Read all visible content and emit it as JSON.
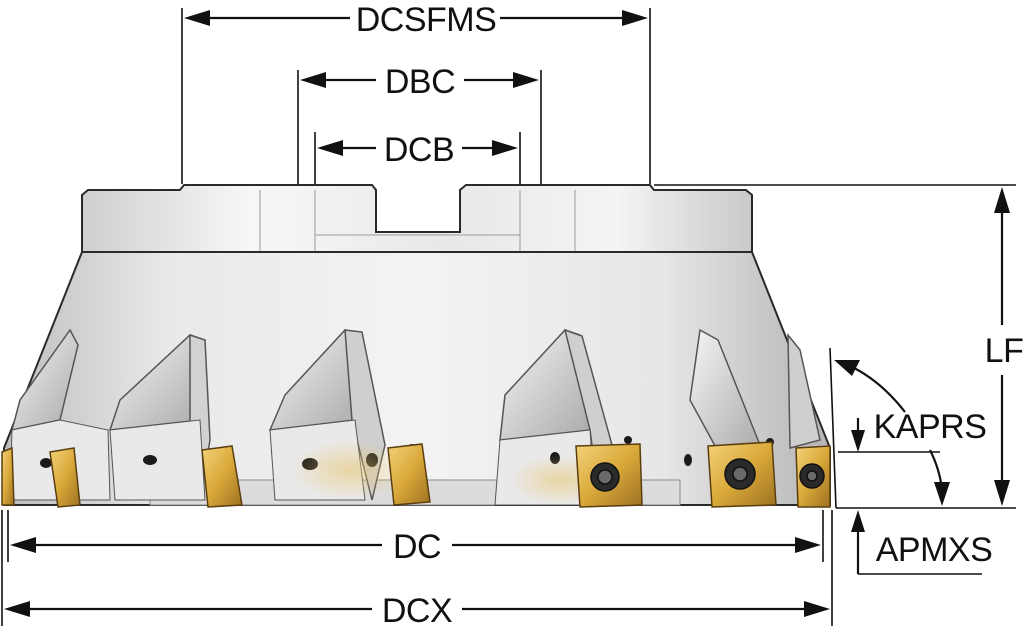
{
  "dimensions": {
    "dcsfms": "DCSFMS",
    "dbc": "DBC",
    "dcb": "DCB",
    "lf": "LF",
    "kaprs": "KAPRS",
    "apmxs": "APMXS",
    "dc": "DC",
    "dcx": "DCX"
  },
  "colors": {
    "body_light": "#f2f2f2",
    "body_mid": "#d9d9d9",
    "body_dark": "#b8b8b8",
    "insert_gold": "#e2b544",
    "insert_gold_dark": "#a77a1e",
    "line": "#111111"
  }
}
